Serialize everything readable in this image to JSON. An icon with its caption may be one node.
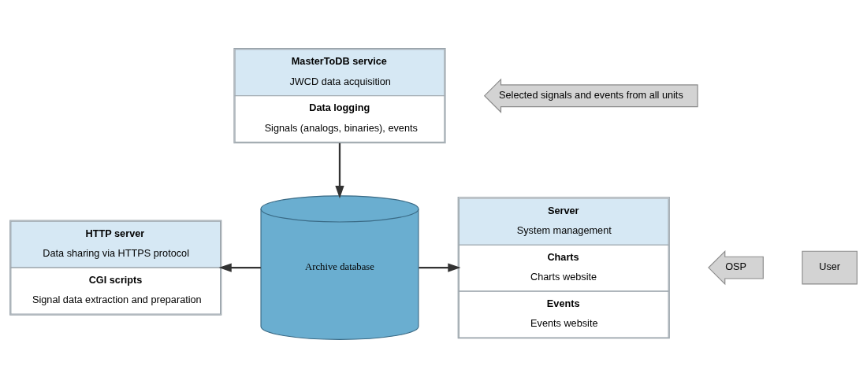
{
  "diagram": {
    "nodes": [
      {
        "text": [
          "MasterToDB service",
          "JWCD data acquisition",
          "Data logging",
          "Signals (analogs, binaries), events"
        ]
      },
      {
        "text": [
          "Selected signals and events from all units"
        ]
      },
      {
        "text": [
          "Archive database"
        ]
      },
      {
        "text": [
          "HTTP server",
          "Data sharing via HTTPS protocol",
          "CGI scripts",
          "Signal data extraction and preparation"
        ]
      },
      {
        "text": [
          "OSP"
        ]
      },
      {
        "text": [
          "Server",
          "System management",
          "Charts",
          "Charts website",
          "Events",
          "Events website"
        ]
      },
      {
        "text": [
          "User"
        ]
      }
    ],
    "edges": [
      {
        "from": 0,
        "to": 2,
        "arrow": "to"
      },
      {
        "from": 2,
        "to": 3,
        "arrow": "to"
      },
      {
        "from": 2,
        "to": 5,
        "arrow": "to"
      }
    ]
  }
}
